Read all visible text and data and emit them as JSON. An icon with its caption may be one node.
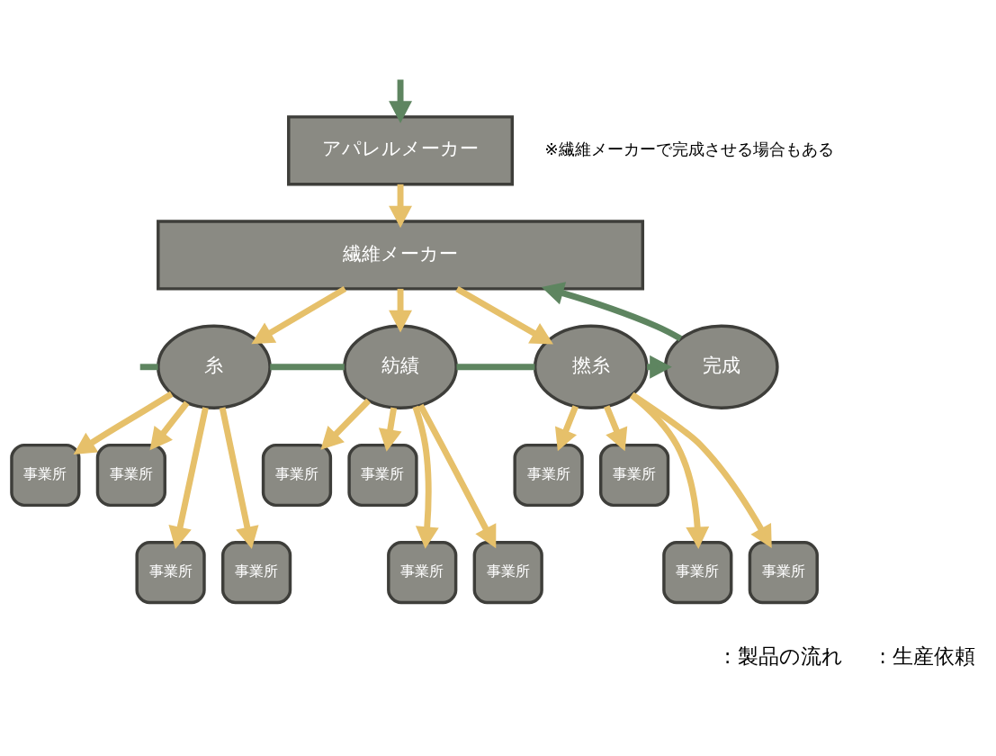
{
  "diagram": {
    "nodes": [
      {
        "text": [
          "アパレルメーカー"
        ]
      },
      {
        "text": [
          "繊維メーカー"
        ]
      },
      {
        "text": [
          "糸"
        ]
      },
      {
        "text": [
          "紡績"
        ]
      },
      {
        "text": [
          "撚糸"
        ]
      },
      {
        "text": [
          "完成"
        ]
      },
      {
        "text": [
          "事業所"
        ]
      },
      {
        "text": [
          "事業所"
        ]
      },
      {
        "text": [
          "事業所"
        ]
      },
      {
        "text": [
          "事業所"
        ]
      },
      {
        "text": [
          "事業所"
        ]
      },
      {
        "text": [
          "事業所"
        ]
      },
      {
        "text": [
          "事業所"
        ]
      },
      {
        "text": [
          "事業所"
        ]
      },
      {
        "text": [
          "事業所"
        ]
      },
      {
        "text": [
          "事業所"
        ]
      },
      {
        "text": [
          "事業所"
        ]
      },
      {
        "text": [
          "事業所"
        ]
      }
    ],
    "edges": [
      {
        "from": null,
        "to": 0,
        "arrow": "to",
        "color": "#5e8560"
      },
      {
        "from": 0,
        "to": 1,
        "arrow": "to"
      },
      {
        "from": 5,
        "to": 1,
        "arrow": "to",
        "color": "#5e8560"
      },
      {
        "from": 1,
        "to": 2,
        "arrow": "to"
      },
      {
        "from": 1,
        "to": 3,
        "arrow": "to"
      },
      {
        "from": 1,
        "to": 4,
        "arrow": "to"
      },
      {
        "from": null,
        "to": 2,
        "arrow": "none",
        "color": "#5e8560"
      },
      {
        "from": 2,
        "to": 3,
        "arrow": "none",
        "color": "#5e8560"
      },
      {
        "from": 3,
        "to": 4,
        "arrow": "none",
        "color": "#5e8560"
      },
      {
        "from": 4,
        "to": 5,
        "arrow": "to",
        "color": "#5e8560"
      },
      {
        "from": 2,
        "to": 6,
        "arrow": "to"
      },
      {
        "from": 2,
        "to": 7,
        "arrow": "to"
      },
      {
        "from": 2,
        "to": 8,
        "arrow": "to"
      },
      {
        "from": 2,
        "to": 9,
        "arrow": "to"
      },
      {
        "from": 3,
        "to": 10,
        "arrow": "to"
      },
      {
        "from": 3,
        "to": 11,
        "arrow": "to"
      },
      {
        "from": 3,
        "to": 12,
        "arrow": "to"
      },
      {
        "from": 3,
        "to": 13,
        "arrow": "to"
      },
      {
        "from": 4,
        "to": 14,
        "arrow": "to"
      },
      {
        "from": 4,
        "to": 15,
        "arrow": "to"
      },
      {
        "from": 4,
        "to": 16,
        "arrow": "to"
      },
      {
        "from": 4,
        "to": 17,
        "arrow": "to"
      }
    ],
    "labels": [
      "※繊維メーカーで完成させる場合もある"
    ],
    "legend": [
      {
        "text": ": 製品の流れ"
      },
      {
        "text": ": 生産依頼"
      }
    ]
  }
}
